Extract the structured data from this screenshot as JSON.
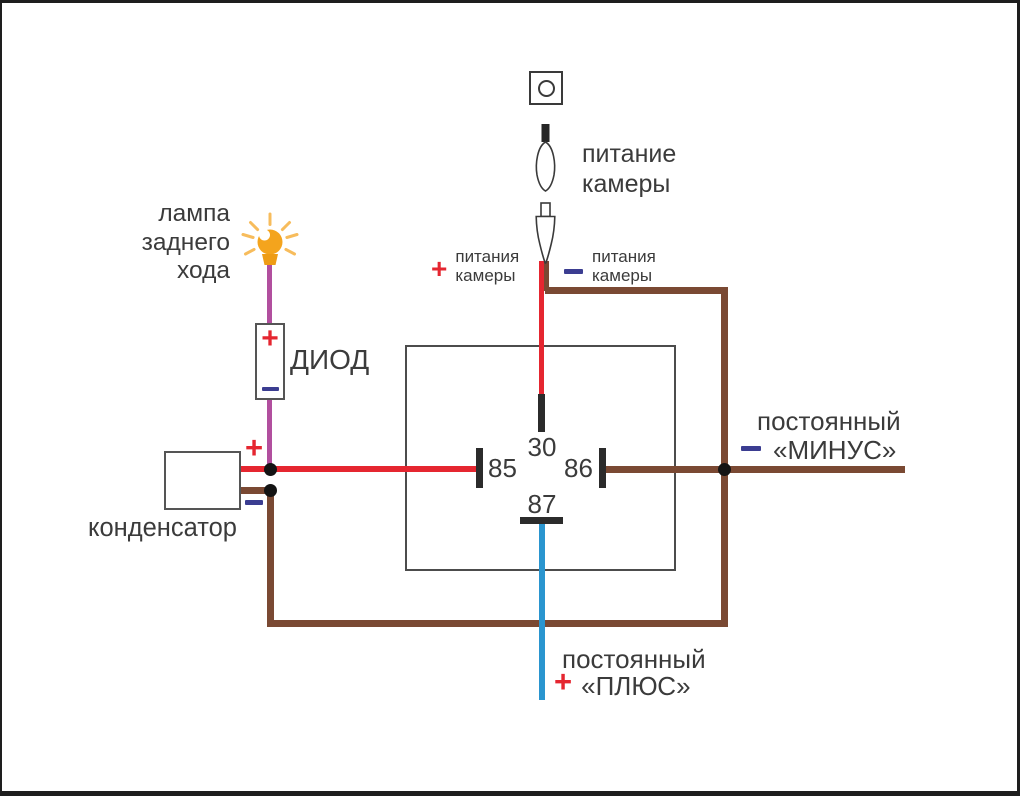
{
  "colors": {
    "red": "#e52630",
    "brown": "#7a4933",
    "purple": "#b14f9e",
    "blue": "#2a95cf",
    "orange": "#f4a41d",
    "navy": "#3b3d91",
    "text": "#3b3b3b"
  },
  "camera_power": {
    "title_line1": "питание",
    "title_line2": "камеры"
  },
  "camera_plus": {
    "sign": "+",
    "line1": "питания",
    "line2": "камеры"
  },
  "camera_minus": {
    "sign": "−",
    "line1": "питания",
    "line2": "камеры"
  },
  "reverse_lamp": {
    "line1": "лампа",
    "line2": "заднего",
    "line3": "хода"
  },
  "diode": {
    "label": "ДИОД",
    "plus": "+",
    "minus": "−"
  },
  "capacitor": {
    "label": "конденсатор",
    "plus": "+",
    "minus": "−"
  },
  "relay": {
    "pin_30": "30",
    "pin_85": "85",
    "pin_86": "86",
    "pin_87": "87"
  },
  "constant_minus": {
    "sign": "−",
    "line1": "постоянный",
    "line2": "«МИНУС»"
  },
  "constant_plus": {
    "sign": "+",
    "line1": "постоянный",
    "line2": "«ПЛЮС»"
  },
  "icons": {
    "camera_socket": "square-with-circle",
    "rca_plug": "bullet-connector",
    "lamp": "glowing-bulb-with-rays",
    "junction": "filled-dot"
  }
}
